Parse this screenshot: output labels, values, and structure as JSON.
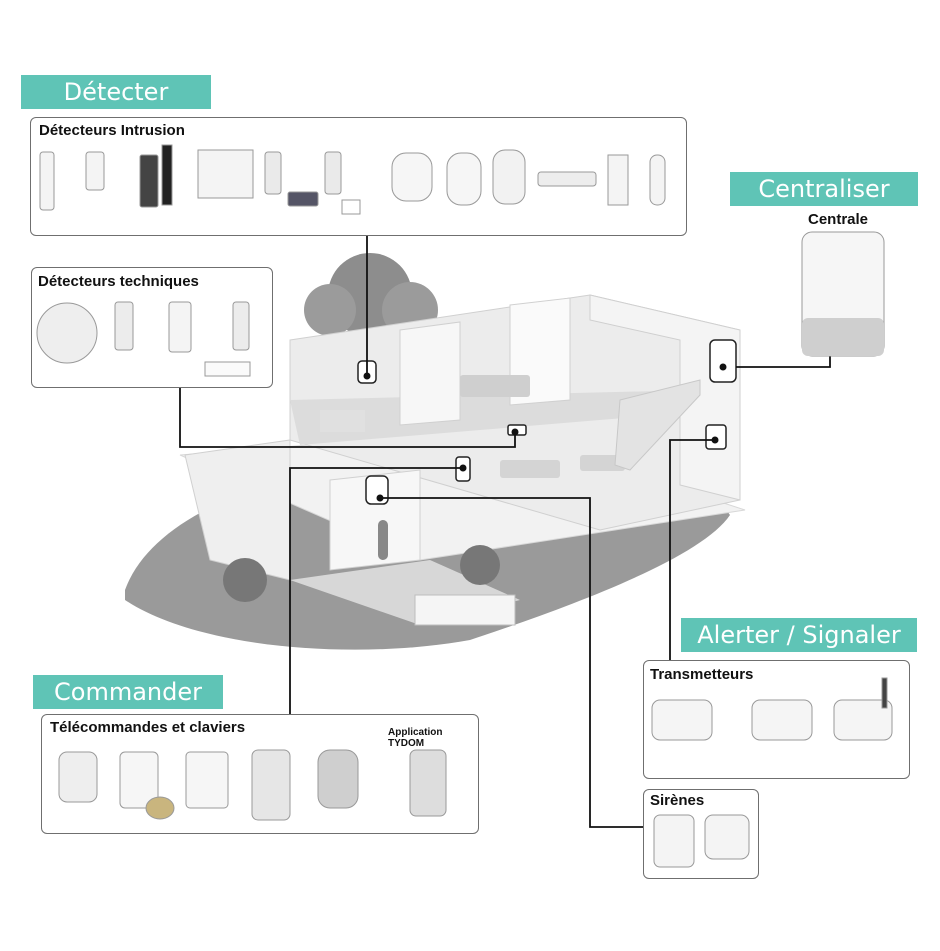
{
  "sections": {
    "detecter": "Détecter",
    "centraliser": "Centraliser",
    "alerter": "Alerter / Signaler",
    "commander": "Commander"
  },
  "panels": {
    "intrusion": "Détecteurs Intrusion",
    "techniques": "Détecteurs techniques",
    "centrale": "Centrale",
    "transmetteurs": "Transmetteurs",
    "sirenes": "Sirènes",
    "telecommandes": "Télécommandes et claviers",
    "tydom": "Application TYDOM"
  },
  "colors": {
    "accent": "#5fc4b6",
    "connector": "#111111",
    "panel_border": "#6f6f6f"
  }
}
